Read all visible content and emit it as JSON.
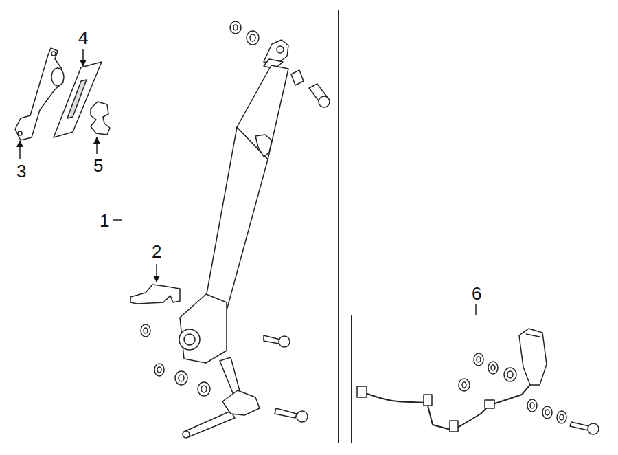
{
  "diagram": {
    "nodes": [
      {
        "text": [
          "1"
        ]
      },
      {
        "text": [
          "6"
        ]
      }
    ],
    "labels": [
      "2",
      "3",
      "4",
      "5"
    ]
  }
}
